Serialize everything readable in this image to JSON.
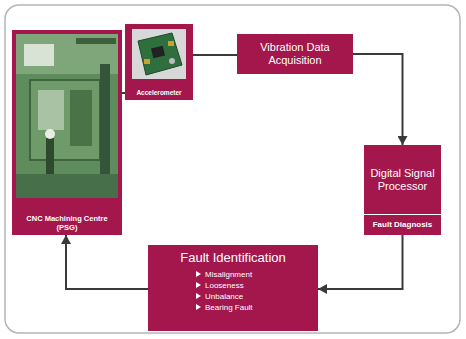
{
  "diagram": {
    "nodes": [
      {
        "text": [
          "CNC Machining Centre (PSG)"
        ]
      },
      {
        "text": [
          "Accelerometer"
        ]
      },
      {
        "text": [
          "Vibration Data Acquisition"
        ]
      },
      {
        "text": [
          "Digital Signal Processor",
          "Fault Diagnosis"
        ]
      },
      {
        "text": [
          "Fault Identification",
          "Misalignment",
          "Looseness",
          "Unbalance",
          "Bearing Fault"
        ]
      }
    ],
    "edges": [
      {
        "from": 0,
        "to": 1,
        "arrow": "to"
      },
      {
        "from": 1,
        "to": 2,
        "arrow": "none"
      },
      {
        "from": 2,
        "to": 3,
        "arrow": "to"
      },
      {
        "from": 3,
        "to": 4,
        "arrow": "to"
      },
      {
        "from": 4,
        "to": 0,
        "arrow": "to"
      }
    ]
  }
}
